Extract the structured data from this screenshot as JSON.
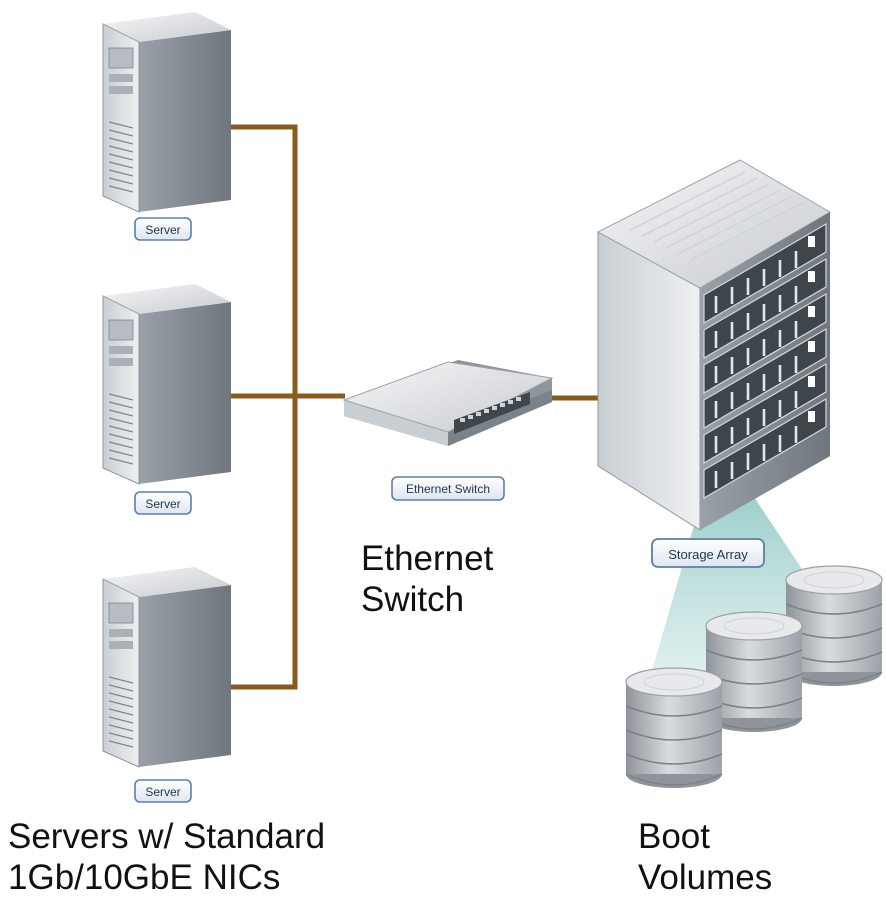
{
  "diagram": {
    "server_badges": [
      "Server",
      "Server",
      "Server"
    ],
    "switch_badge": "Ethernet Switch",
    "storage_badge": "Storage Array",
    "captions": {
      "switch": [
        "Ethernet",
        "Switch"
      ],
      "servers": [
        "Servers w/ Standard",
        "1Gb/10GbE NICs"
      ],
      "boot": [
        "Boot",
        "Volumes"
      ]
    },
    "colors": {
      "cable": "#8a5a1c",
      "beam": "#a9d3d0",
      "badge_fill": "#eef2f7",
      "badge_stroke": "#5d7ea6",
      "device_light": "#d9dde1",
      "device_dark": "#7f868d"
    },
    "icons": [
      "server-icon",
      "ethernet-switch-icon",
      "storage-array-icon",
      "disk-stack-icon"
    ]
  }
}
